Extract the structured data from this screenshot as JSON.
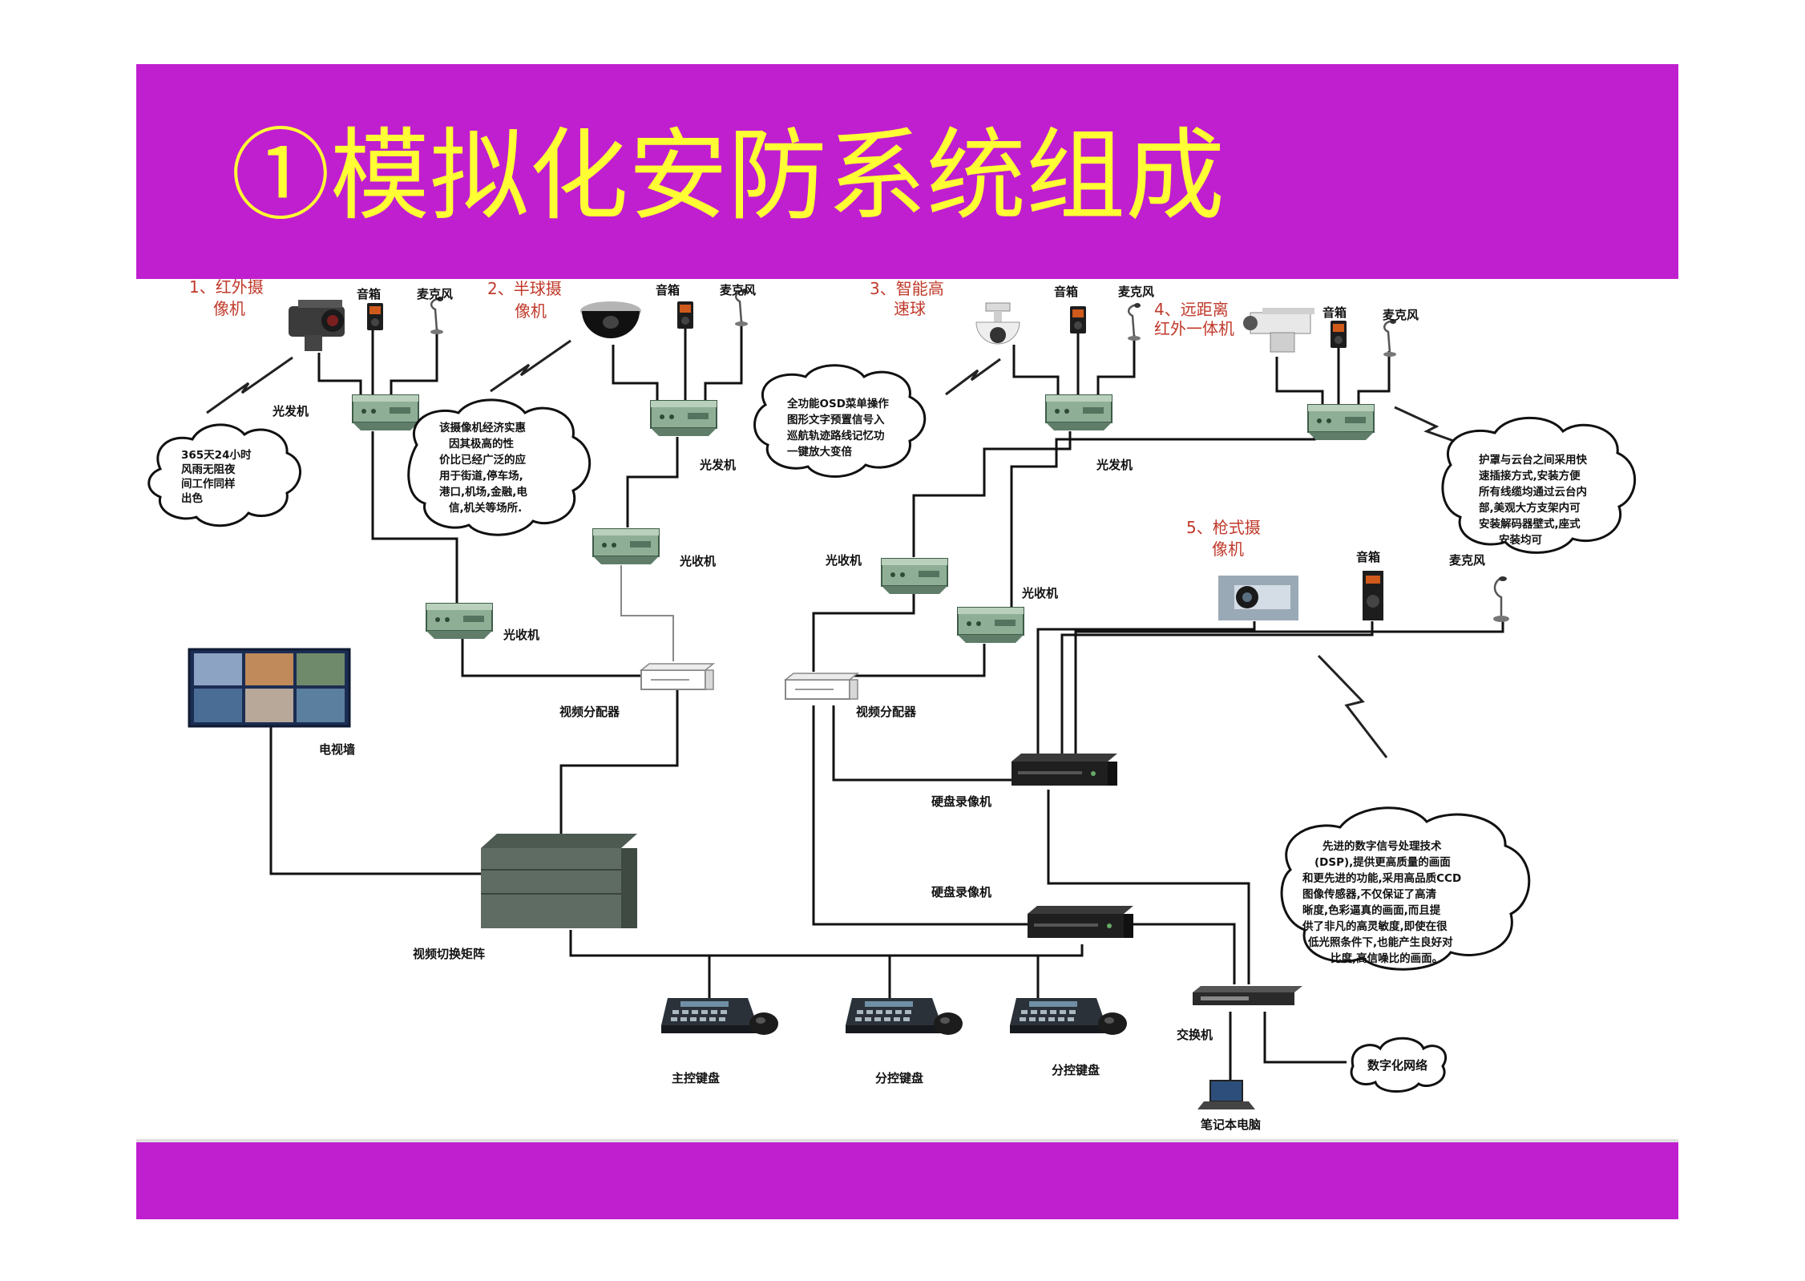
{
  "slide": {
    "title": "①模拟化安防系统组成",
    "colors": {
      "band": "#c01fd0",
      "title": "#ffff33",
      "label_red": "#c0392b",
      "device_green": "#8fae96"
    }
  },
  "cameras": [
    {
      "label_line1": "1、红外摄",
      "label_line2": "像机",
      "icon": "infrared-camera-icon"
    },
    {
      "label_line1": "2、半球摄",
      "label_line2": "像机",
      "icon": "dome-camera-icon"
    },
    {
      "label_line1": "3、智能高",
      "label_line2": "速球",
      "icon": "speed-dome-icon"
    },
    {
      "label_line1": "4、远距离",
      "label_line2": "红外一体机",
      "icon": "long-range-camera-icon"
    },
    {
      "label_line1": "5、枪式摄",
      "label_line2": "像机",
      "icon": "bullet-camera-icon"
    }
  ],
  "device_labels": {
    "speaker": "音箱",
    "mic": "麦克风",
    "transmitter": "光发机",
    "receiver": "光收机",
    "distributor": "视频分配器",
    "tv_wall": "电视墙",
    "matrix": "视频切换矩阵",
    "dvr": "硬盘录像机",
    "main_keyboard": "主控键盘",
    "sub_keyboard": "分控键盘",
    "switch": "交换机",
    "laptop": "笔记本电脑",
    "digital_network": "数字化网络"
  },
  "clouds": {
    "c1": [
      "365天24小时",
      "风雨无阻夜",
      "间工作同样",
      "出色"
    ],
    "c2": [
      "该摄像机经济实惠",
      "因其极高的性",
      "价比已经广泛的应",
      "用于街道,停车场,",
      "港口,机场,金融,电",
      "信,机关等场所."
    ],
    "c3": [
      "全功能OSD菜单操作",
      "图形文字预置信号入",
      "巡航轨迹路线记忆功",
      "一键放大变倍"
    ],
    "c4": [
      "护罩与云台之间采用快",
      "速插接方式,安装方便",
      "所有线缆均通过云台内",
      "部,美观大方支架内可",
      "安装解码器壁式,座式",
      "安装均可"
    ],
    "c5": [
      "先进的数字信号处理技术",
      "(DSP),提供更高质量的画面",
      "和更先进的功能,采用高品质CCD",
      "图像传感器,不仅保证了高清",
      "晰度,色彩逼真的画面,而且提",
      "供了非凡的高灵敏度,即使在很",
      "低光照条件下,也能产生良好对",
      "比度,高信噪比的画面。"
    ]
  }
}
